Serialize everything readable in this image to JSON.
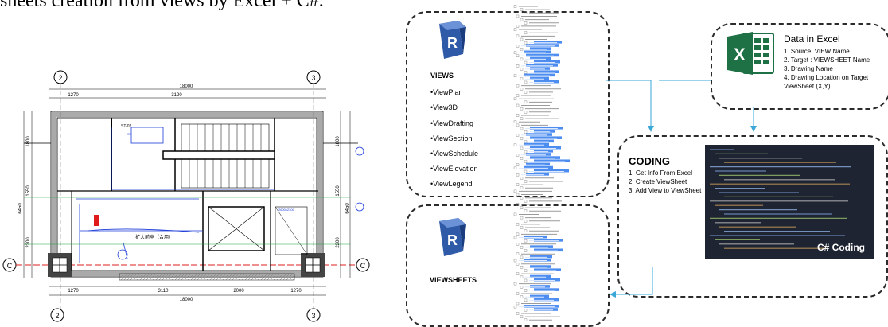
{
  "caption": "sheets creation from views by Excel + C#.",
  "plan": {
    "grid_bubbles": [
      "2",
      "3",
      "2",
      "3",
      "C",
      "C"
    ],
    "overall_dimension": "18000",
    "top_dims": [
      "1270",
      "3120"
    ],
    "bottom_dims": [
      "1270",
      "3110",
      "2000",
      "1270"
    ],
    "left_dims": [
      "1800",
      "6450",
      "1550",
      "2200"
    ],
    "right_dims": [
      "1800",
      "6450",
      "1550",
      "2200"
    ],
    "room_label": "扩大前室（合用）",
    "room_tag": "ST-02"
  },
  "views": {
    "title": "VIEWS",
    "items": [
      "•ViewPlan",
      "•View3D",
      "•ViewDrafting",
      "•ViewSection",
      "•ViewSchedule",
      "•ViewElevation",
      "•ViewLegend"
    ]
  },
  "viewsheets": {
    "title": "VIEWSHEETS"
  },
  "excel": {
    "title": "Data in Excel",
    "lines": [
      "1. Source: VIEW Name",
      "2. Target : VIEWSHEET Name",
      "3. Drawing Name",
      "4. Drawing Location on Target",
      "ViewSheet (X,Y)"
    ]
  },
  "coding": {
    "title": "CODING",
    "steps": [
      "1. Get Info From Excel",
      "2. Create ViewSheet",
      "3. Add View to ViewSheet"
    ],
    "code_label": "C# Coding"
  },
  "colors": {
    "highlight": "#4d8df0",
    "arrow": "#3aa7d8",
    "excel_green": "#1e7145",
    "revit_blue": "#2e5aa8",
    "code_bg": "#1f2433"
  }
}
